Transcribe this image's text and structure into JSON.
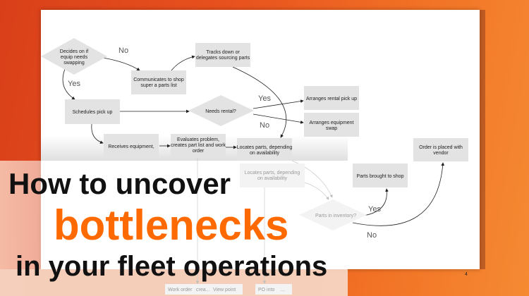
{
  "diagram": {
    "decide": [
      "Decides on if",
      "equip needs",
      "swapping"
    ],
    "communicates": [
      "Communicates to shop",
      "super a parts list"
    ],
    "tracks": [
      "Tracks down or",
      "delegates sourcing parts"
    ],
    "schedules": "Schedules pick up",
    "needs_rental": "Needs rental?",
    "rental_pickup": "Arranges rental pick up",
    "equip_swap": [
      "Arranges equipment",
      "swap"
    ],
    "receives": "Receives equipment,",
    "evaluates": [
      "Evaluates problem,",
      "creates part list and work",
      "order"
    ],
    "locates": [
      "Locates parts, depending",
      "on availability"
    ],
    "locates_faded": [
      "Locates parts, depending",
      "on availability"
    ],
    "order_vendor": [
      "Order is placed with",
      "vendor"
    ],
    "parts_brought": "Parts brought to shop",
    "parts_inventory": "Parts in inventory?",
    "work_order": [
      "Work order",
      "crea...",
      "View point"
    ],
    "po_into": [
      "PO into",
      "..."
    ],
    "labels": {
      "no1": "No",
      "yes1": "Yes",
      "yes2": "Yes",
      "no2": "No",
      "yes3": "Yes",
      "no3": "No"
    },
    "page_number": "4"
  },
  "headline": {
    "line1": "How to uncover",
    "line2": "bottlenecks",
    "line3": "in your fleet operations"
  },
  "colors": {
    "accent": "#ff6a00",
    "box": "#e3e3e3"
  }
}
